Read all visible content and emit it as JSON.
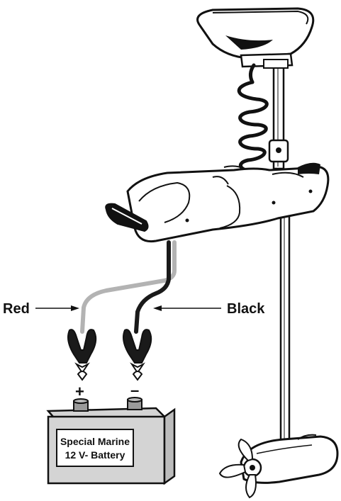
{
  "labels": {
    "red": "Red",
    "black": "Black",
    "positive": "+",
    "negative": "–"
  },
  "battery": {
    "line1": "Special Marine",
    "line2": "12 V- Battery"
  },
  "colors": {
    "red_lead": "#b3b3b3",
    "black_lead": "#1a1a1a",
    "battery_fill": "#d4d4d4",
    "outline": "#111111"
  }
}
